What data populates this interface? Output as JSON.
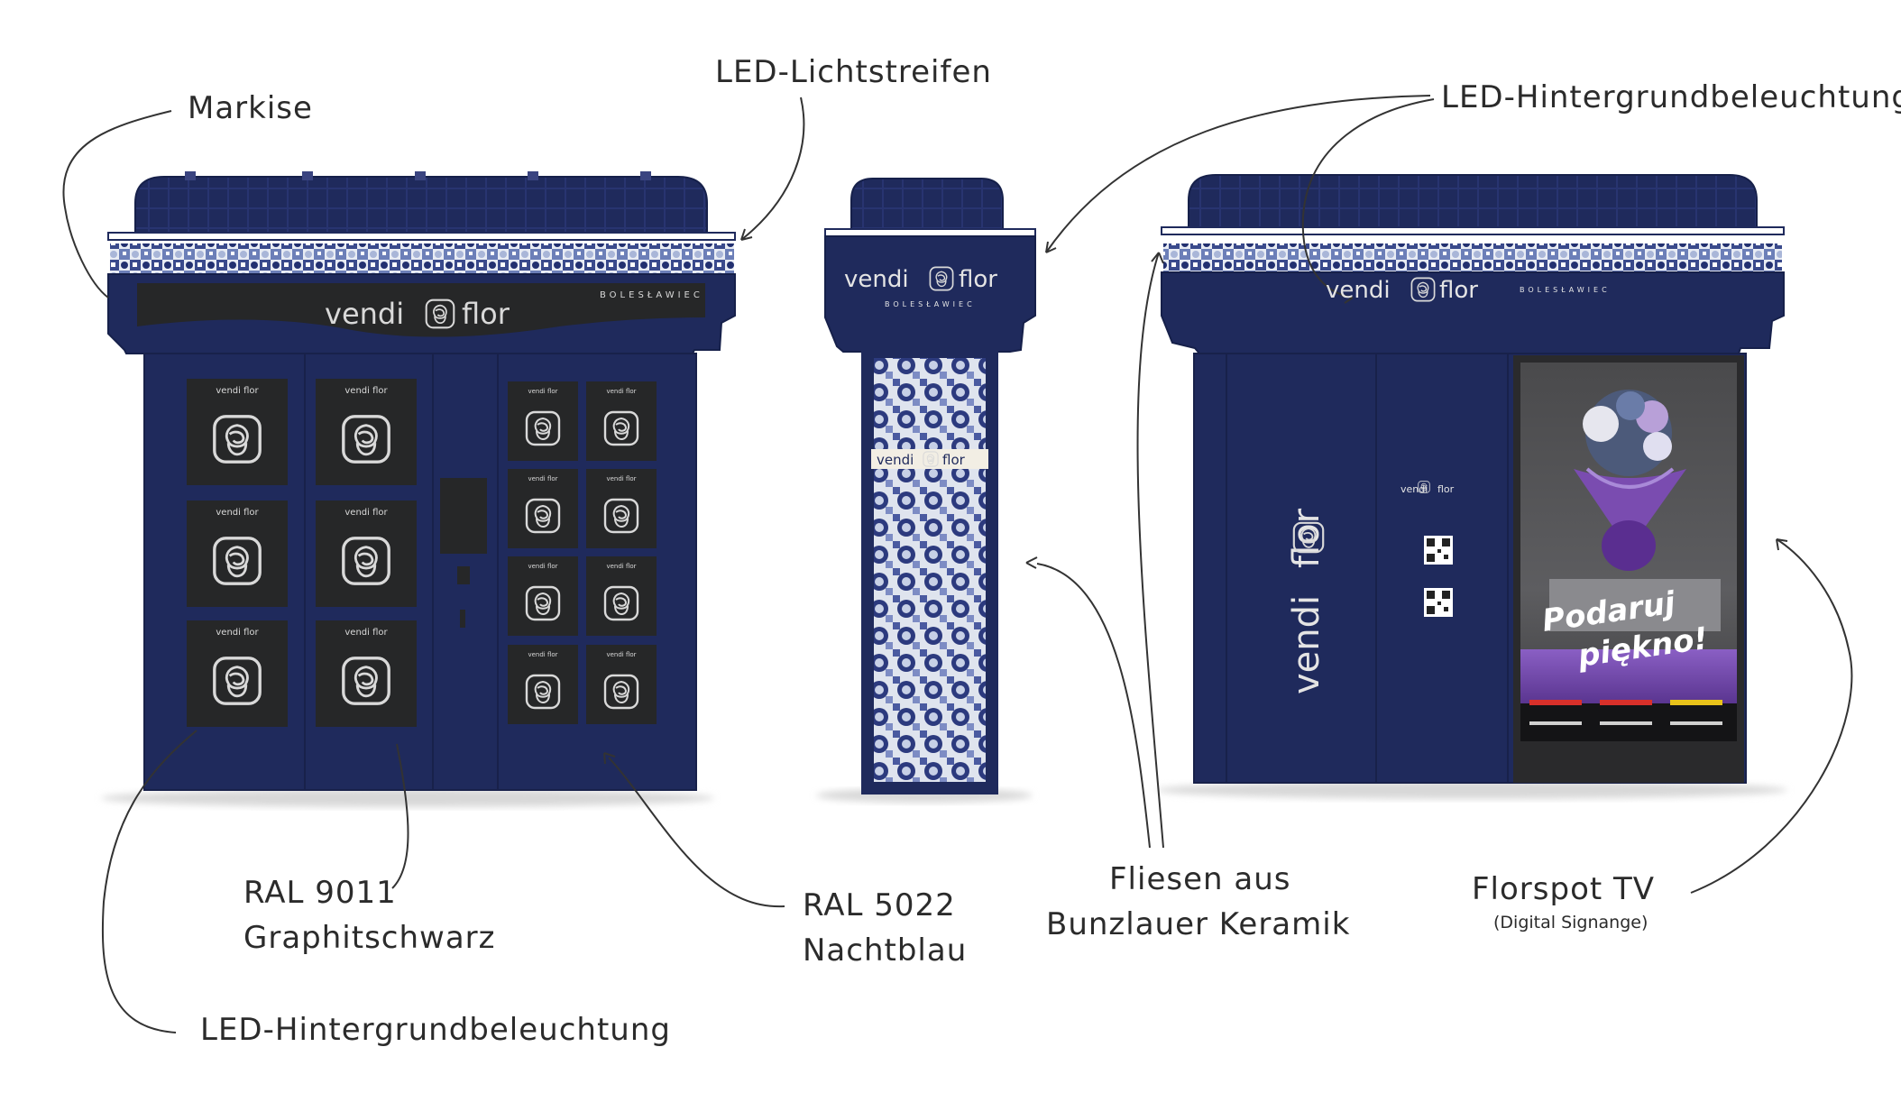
{
  "brand": {
    "name_left": "vendi",
    "name_right": "flor",
    "city": "BOLESŁAWIEC"
  },
  "labels": {
    "markise": "Markise",
    "led_strip": "LED-Lichtstreifen",
    "led_backlight_top": "LED-Hintergrundbeleuchtung",
    "ral9011_line1": "RAL 9011",
    "ral9011_line2": "Graphitschwarz",
    "ral5022_line1": "RAL 5022",
    "ral5022_line2": "Nachtblau",
    "tiles_line1": "Fliesen aus",
    "tiles_line2": "Bunzlauer Keramik",
    "tv_line1": "Florspot TV",
    "tv_line2": "(Digital Signange)",
    "led_backlight_bottom": "LED-Hintergrundbeleuchtung"
  },
  "screen": {
    "headline_1": "Podaruj",
    "headline_2": "piękno!"
  },
  "colors": {
    "navy": "#1f2a5c",
    "navy_dark": "#18214a",
    "graphite": "#262728",
    "led_white": "#ffffff",
    "ink": "#2b2b2b",
    "purple": "#6b4a9c"
  }
}
